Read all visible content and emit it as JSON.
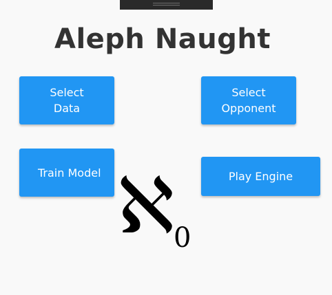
{
  "app": {
    "title": "Aleph Naught"
  },
  "buttons": {
    "select_data": {
      "line1": "Select",
      "line2": "Data"
    },
    "select_opponent": {
      "line1": "Select",
      "line2": "Opponent"
    },
    "train_model": "Train Model",
    "play_engine": "Play Engine"
  },
  "logo": {
    "symbol": "ℵ",
    "subscript": "0"
  },
  "colors": {
    "background": "#f9f9f9",
    "button": "#2196f3",
    "button_text": "#ffffff",
    "title": "#333333"
  }
}
